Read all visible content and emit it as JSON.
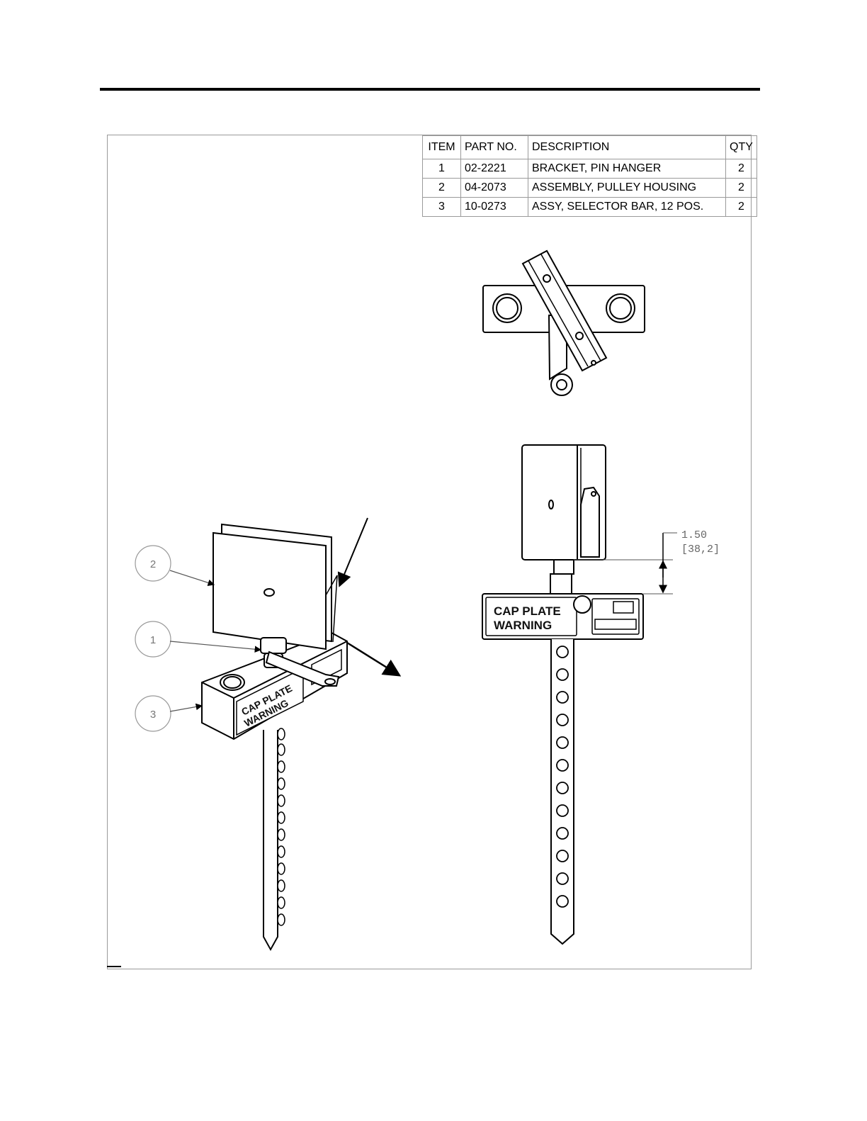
{
  "bom": {
    "headers": {
      "item": "ITEM",
      "part_no": "PART NO.",
      "description": "DESCRIPTION",
      "qty": "QTY"
    },
    "rows": [
      {
        "item": "1",
        "part_no": "02-2221",
        "description": "BRACKET, PIN HANGER",
        "qty": "2"
      },
      {
        "item": "2",
        "part_no": "04-2073",
        "description": "ASSEMBLY, PULLEY HOUSING",
        "qty": "2"
      },
      {
        "item": "3",
        "part_no": "10-0273",
        "description": "ASSY, SELECTOR BAR, 12 POS.",
        "qty": "2"
      }
    ]
  },
  "callouts": {
    "balloon_1": "1",
    "balloon_2": "2",
    "balloon_3": "3"
  },
  "dimension": {
    "inches": "1.50",
    "mm": "[38,2]"
  },
  "plate_label": {
    "line1": "CAP PLATE",
    "line2": "WARNING"
  }
}
